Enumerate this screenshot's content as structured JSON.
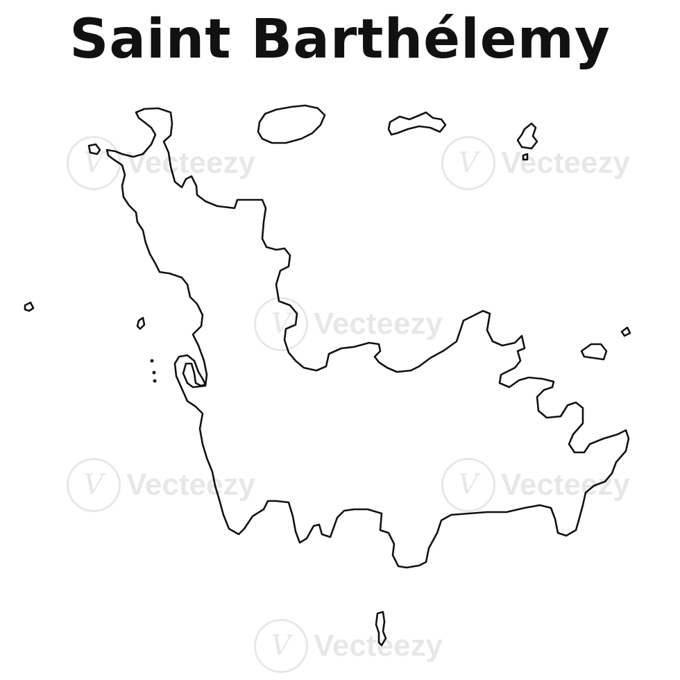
{
  "map": {
    "title": "Saint Barthélemy",
    "outline_color": "#111111",
    "background_color": "#ffffff"
  },
  "watermark": {
    "brand": "Vecteezy",
    "logo_glyph": "V"
  }
}
